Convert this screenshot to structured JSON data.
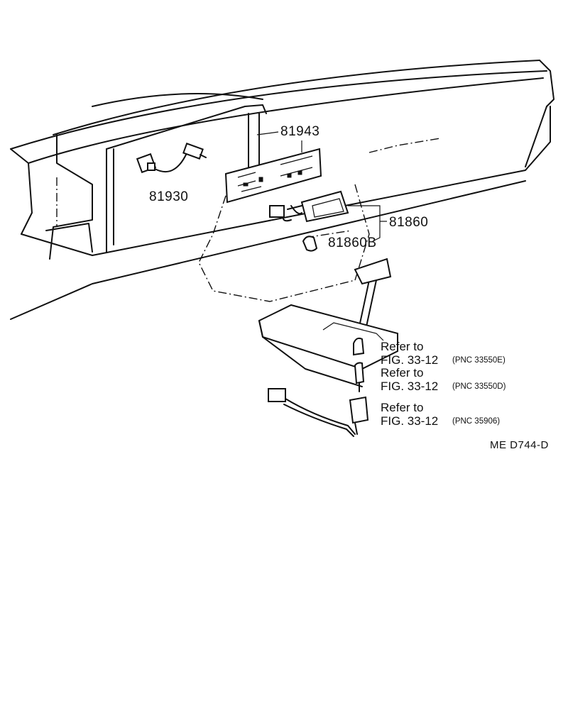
{
  "labels": {
    "part_81943": "81943",
    "part_81930": "81930",
    "part_81860": "81860",
    "part_81860b": "81860B"
  },
  "references": [
    {
      "line1": "Refer to",
      "line2": "FIG. 33-12",
      "pnc": "(PNC 33550E)"
    },
    {
      "line1": "Refer to",
      "line2": "FIG. 33-12",
      "pnc": "(PNC 33550D)"
    },
    {
      "line1": "Refer to",
      "line2": "FIG. 33-12",
      "pnc": "(PNC 35906)"
    }
  ],
  "diagram_code": "ME  D744-D",
  "colors": {
    "ink": "#111111",
    "paper": "#ffffff"
  }
}
